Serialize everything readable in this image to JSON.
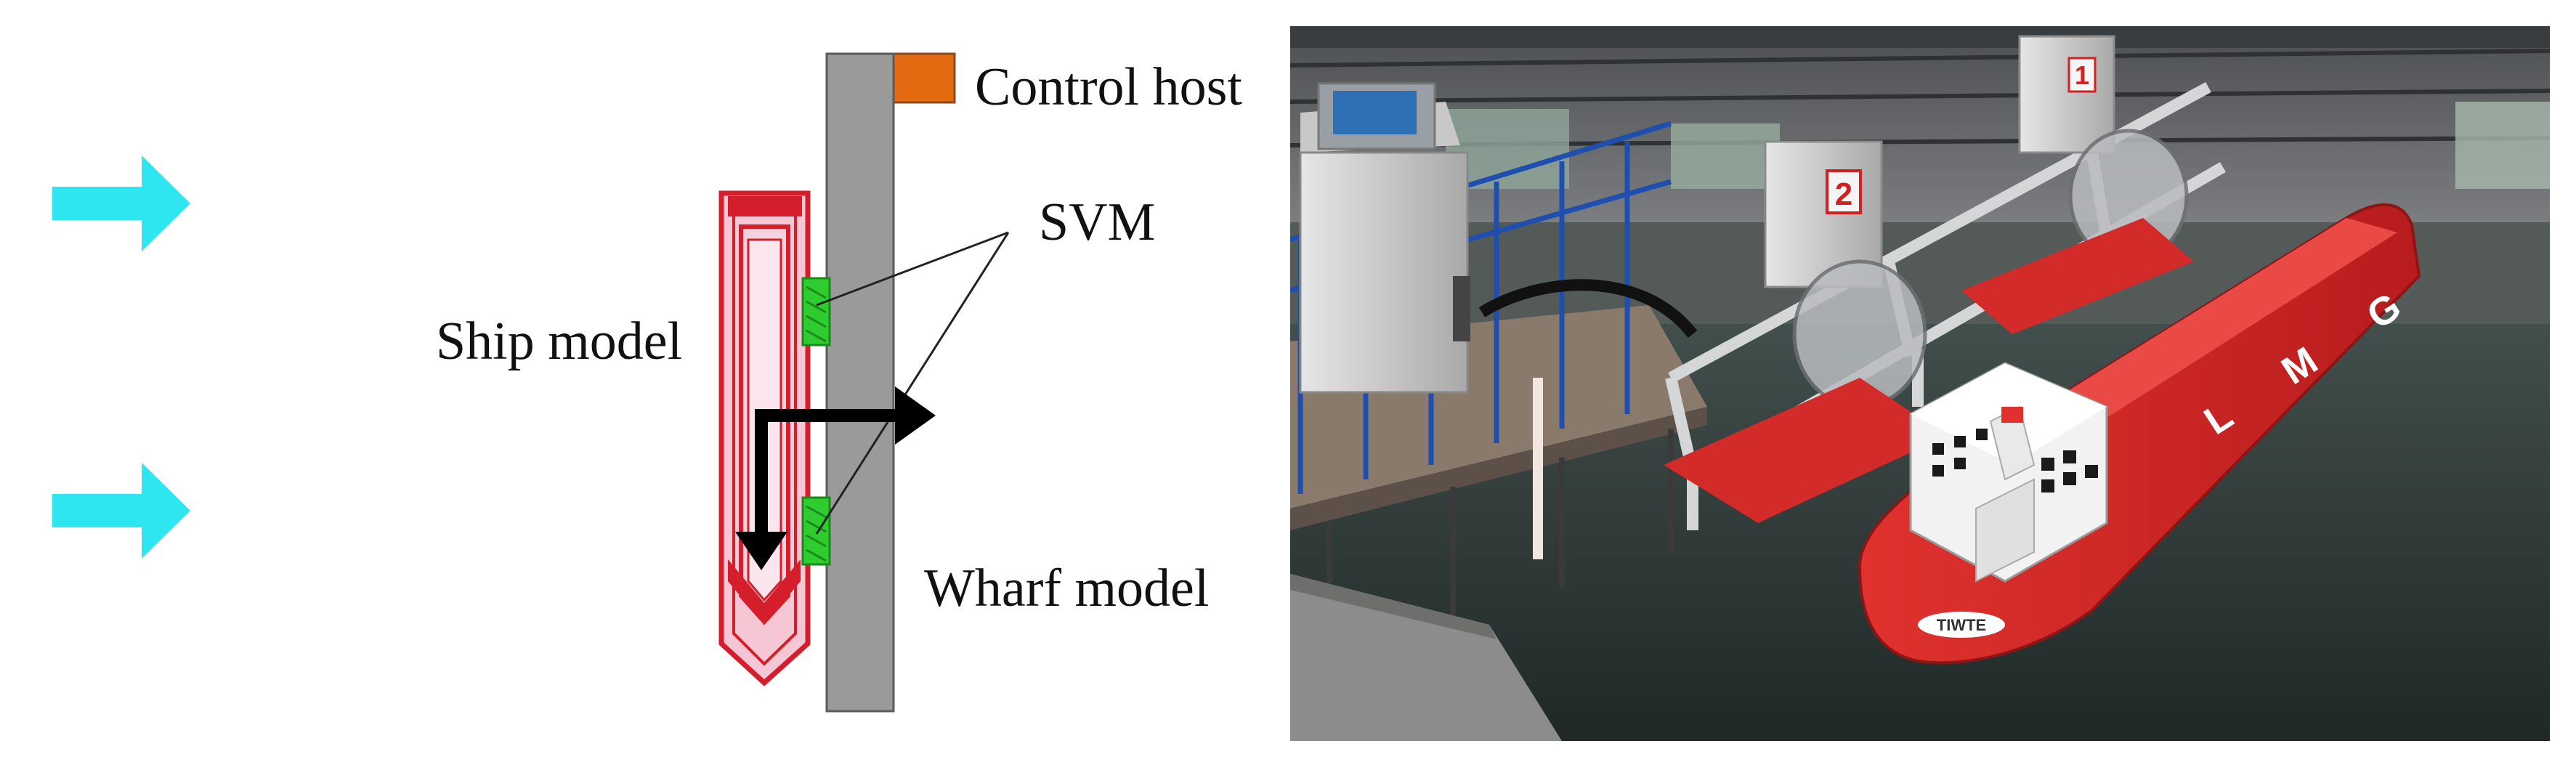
{
  "diagram": {
    "labels": {
      "control_host": "Control host",
      "svm": "SVM",
      "ship_model": "Ship model",
      "wharf_model": "Wharf model"
    },
    "colors": {
      "flow_arrow": "#2EE6F0",
      "control_host": "#E36A10",
      "wharf": "#9A9A9A",
      "ship_outline": "#D41E2B",
      "ship_fill": "#F6C6D4",
      "svm": "#2FCC2F",
      "force_arrow": "#000000"
    }
  },
  "photo": {
    "tank_labels": [
      "1",
      "2"
    ],
    "hull_letters": "L M G",
    "brand": "TIWTE"
  }
}
